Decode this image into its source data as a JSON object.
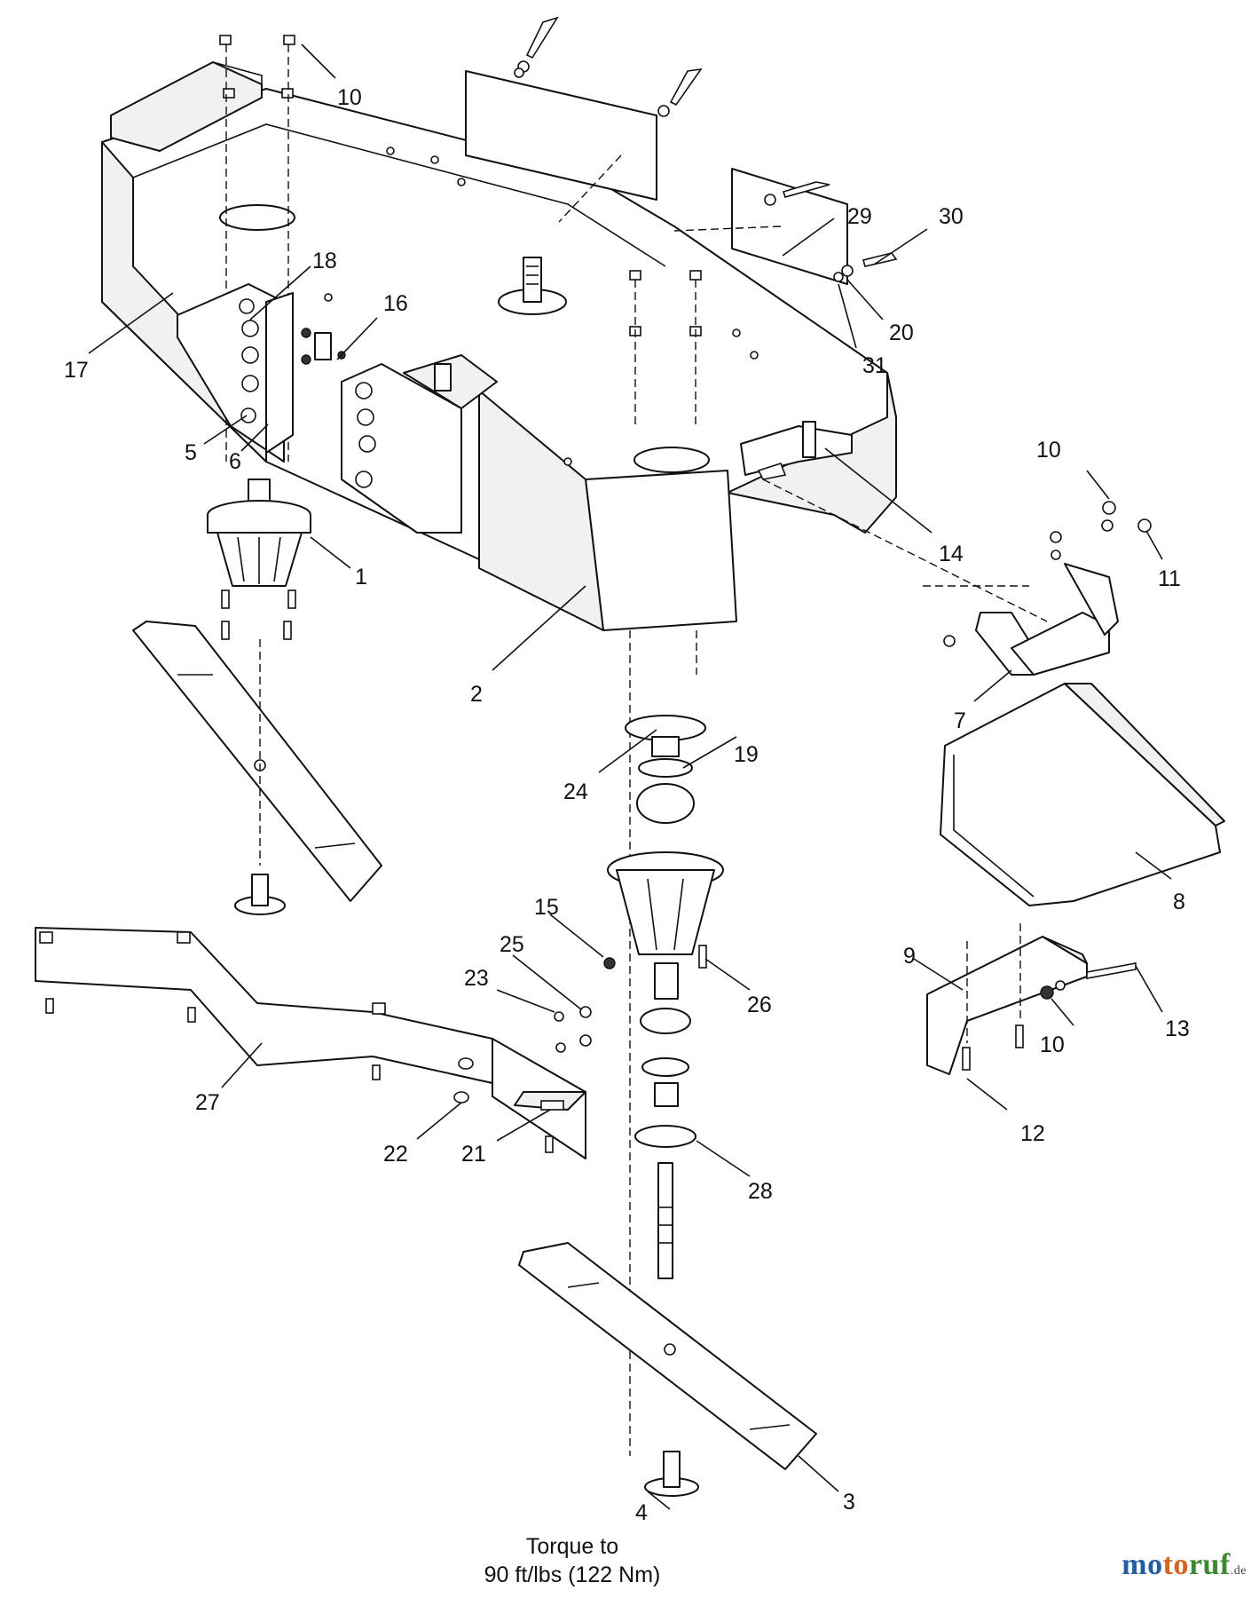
{
  "callouts": [
    {
      "id": "c10a",
      "text": "10"
    },
    {
      "id": "c29",
      "text": "29"
    },
    {
      "id": "c30",
      "text": "30"
    },
    {
      "id": "c18",
      "text": "18"
    },
    {
      "id": "c16",
      "text": "16"
    },
    {
      "id": "c20",
      "text": "20"
    },
    {
      "id": "c31",
      "text": "31"
    },
    {
      "id": "c17",
      "text": "17"
    },
    {
      "id": "c5",
      "text": "5"
    },
    {
      "id": "c6",
      "text": "6"
    },
    {
      "id": "c10b",
      "text": "10"
    },
    {
      "id": "c14",
      "text": "14"
    },
    {
      "id": "c11",
      "text": "11"
    },
    {
      "id": "c1",
      "text": "1"
    },
    {
      "id": "c2",
      "text": "2"
    },
    {
      "id": "c7",
      "text": "7"
    },
    {
      "id": "c24",
      "text": "24"
    },
    {
      "id": "c19",
      "text": "19"
    },
    {
      "id": "c8",
      "text": "8"
    },
    {
      "id": "c15",
      "text": "15"
    },
    {
      "id": "c25",
      "text": "25"
    },
    {
      "id": "c23",
      "text": "23"
    },
    {
      "id": "c9",
      "text": "9"
    },
    {
      "id": "c26",
      "text": "26"
    },
    {
      "id": "c13",
      "text": "13"
    },
    {
      "id": "c10c",
      "text": "10"
    },
    {
      "id": "c27",
      "text": "27"
    },
    {
      "id": "c12",
      "text": "12"
    },
    {
      "id": "c22",
      "text": "22"
    },
    {
      "id": "c21",
      "text": "21"
    },
    {
      "id": "c28",
      "text": "28"
    },
    {
      "id": "c4",
      "text": "4"
    },
    {
      "id": "c3",
      "text": "3"
    }
  ],
  "torque_note": {
    "line1": "Torque to",
    "line2": "90 ft/lbs (122 Nm)"
  },
  "watermark": {
    "part1": "mo",
    "part2": "to",
    "part3": "ruf",
    "suffix": ".de"
  }
}
